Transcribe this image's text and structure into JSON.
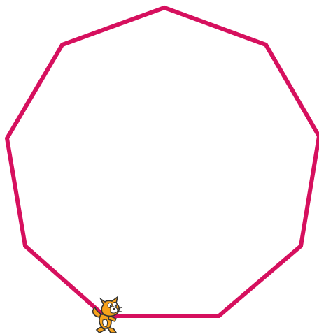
{
  "stage": {
    "shape": "nonagon",
    "sides": 9,
    "pen_color": "#d6105e",
    "background_color": "#ffffff"
  },
  "sprite": {
    "name": "cat-sprite",
    "body_color": "#f7a21b",
    "outline_color": "#333333"
  }
}
